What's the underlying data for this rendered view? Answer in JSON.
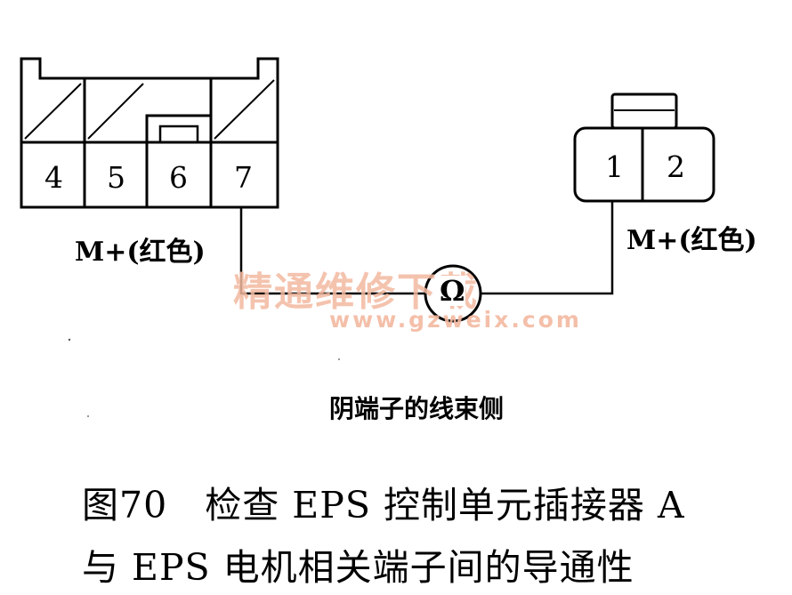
{
  "connector_a": {
    "pins": [
      "4",
      "5",
      "6",
      "7"
    ],
    "wire_label": "M+(红色)"
  },
  "motor_connector": {
    "pins": [
      "1",
      "2"
    ],
    "wire_label": "M+(红色)"
  },
  "meter": {
    "symbol": "Ω"
  },
  "side_label": "阴端子的线束侧",
  "caption": {
    "line1": "图70   检查 EPS 控制单元插接器 A",
    "line2": "与 EPS 电机相关端子间的导通性"
  },
  "watermark": {
    "text": "精通维修下载",
    "url": "www.gzweix.com"
  }
}
